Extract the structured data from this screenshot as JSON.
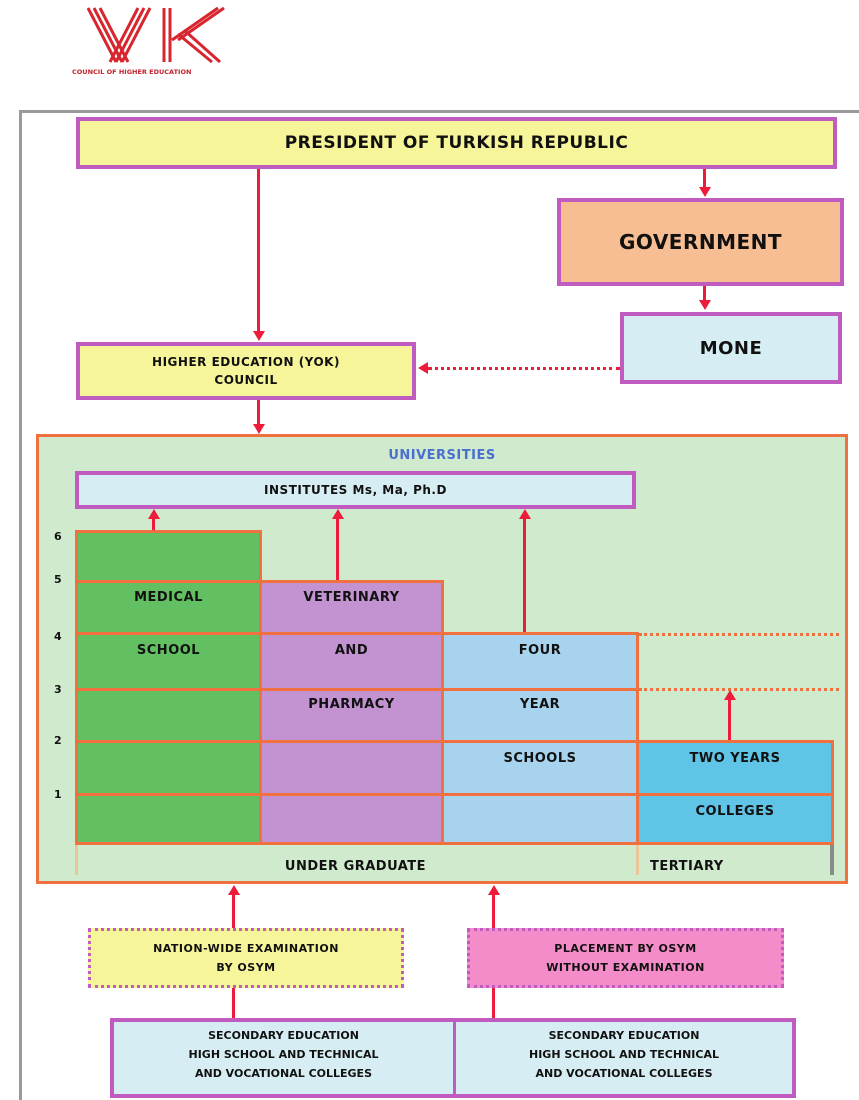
{
  "logo": {
    "subtitle": "COUNCIL OF HIGHER EDUCATION"
  },
  "nodes": {
    "president": "PRESIDENT OF TURKISH REPUBLIC",
    "government": "GOVERNMENT",
    "mone": "MONE",
    "yok_line1": "HIGHER EDUCATION (YOK)",
    "yok_line2": "COUNCIL",
    "universities": "UNIVERSITIES",
    "institutes": "INSTITUTES Ms, Ma, Ph.D",
    "medical_line1": "MEDICAL",
    "medical_line2": "SCHOOL",
    "vet_line1": "VETERINARY",
    "vet_line2": "AND",
    "vet_line3": "PHARMACY",
    "four_line1": "FOUR",
    "four_line2": "YEAR",
    "four_line3": "SCHOOLS",
    "two_line1": "TWO YEARS",
    "two_line2": "COLLEGES",
    "under_graduate": "UNDER GRADUATE",
    "tertiary": "TERTIARY",
    "exam_line1": "NATION-WIDE EXAMINATION",
    "exam_line2": "BY OSYM",
    "placement_line1": "PLACEMENT BY OSYM",
    "placement_line2": "WITHOUT EXAMINATION",
    "secondary_left_line1": "SECONDARY EDUCATION",
    "secondary_left_line2": "HIGH SCHOOL AND TECHNICAL",
    "secondary_left_line3": "AND VOCATIONAL COLLEGES",
    "secondary_right_line1": "SECONDARY EDUCATION",
    "secondary_right_line2": "HIGH SCHOOL AND TECHNICAL",
    "secondary_right_line3": "AND VOCATIONAL COLLEGES"
  },
  "year_levels": [
    "6",
    "5",
    "4",
    "3",
    "2",
    "1"
  ],
  "colors": {
    "president_fill": "#f6f59a",
    "government_fill": "#f8be93",
    "mone_fill": "#d6eef3",
    "universities_fill": "#cfeacd",
    "medical_fill": "#63c062",
    "vet_fill": "#c393d1",
    "four_fill": "#a8d3ee",
    "two_fill": "#5fc4e6",
    "placement_fill": "#f38cc8",
    "border_purple": "#c05bc0",
    "border_orange": "#f07040",
    "arrow_red": "#ec1c3a",
    "universities_text": "#4b6fd1"
  }
}
